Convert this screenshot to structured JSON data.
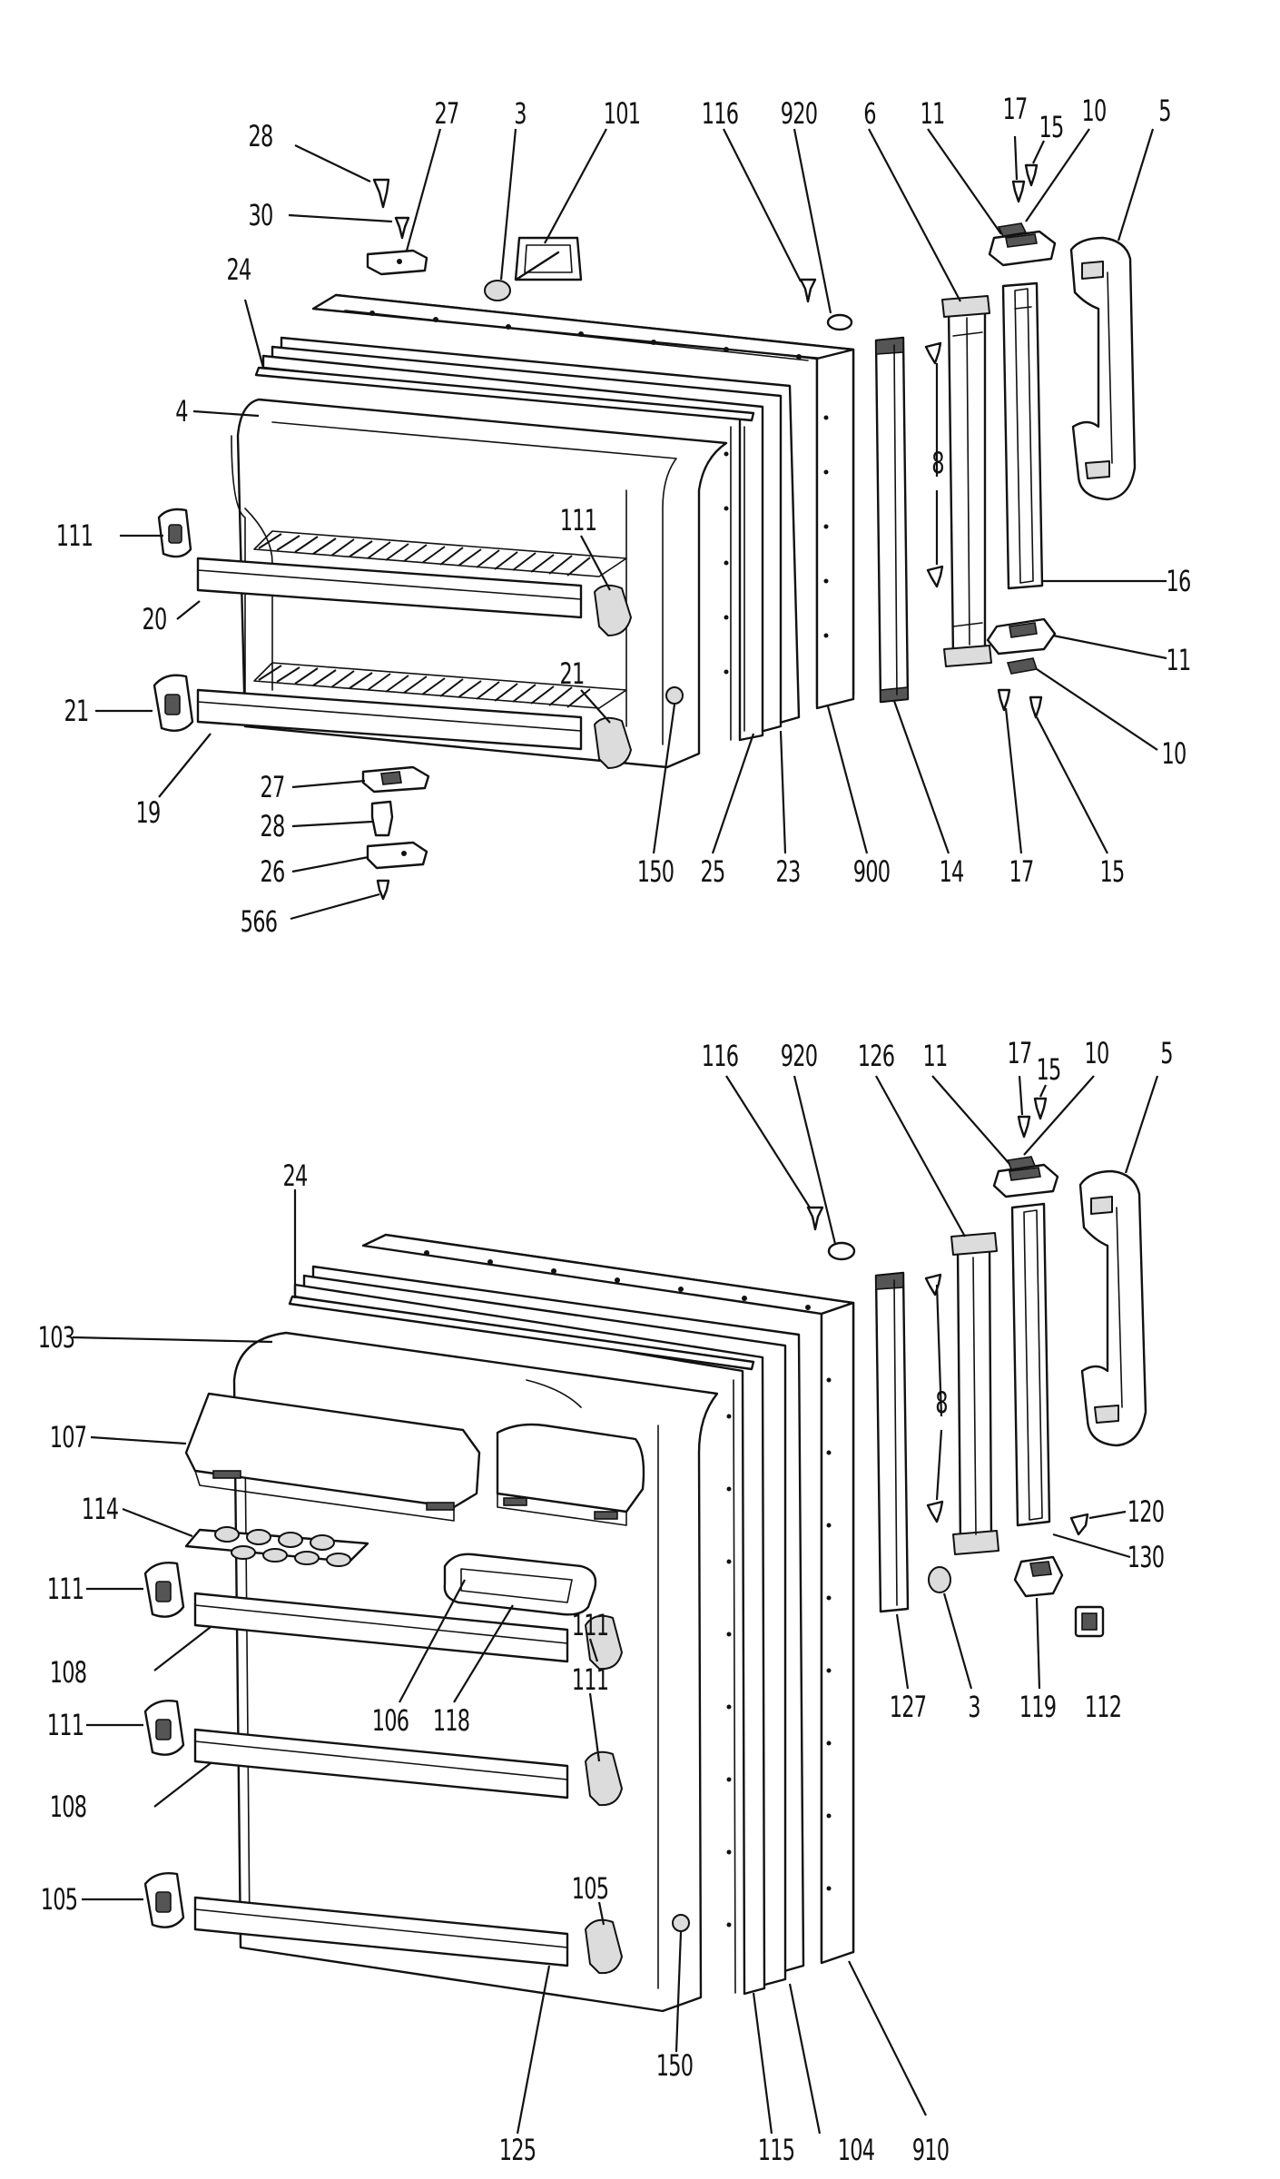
{
  "diagrams": [
    {
      "id": "upper",
      "callouts": [
        {
          "text": "28"
        },
        {
          "text": "27"
        },
        {
          "text": "3"
        },
        {
          "text": "101"
        },
        {
          "text": "116"
        },
        {
          "text": "920"
        },
        {
          "text": "6"
        },
        {
          "text": "11"
        },
        {
          "text": "17"
        },
        {
          "text": "15"
        },
        {
          "text": "10"
        },
        {
          "text": "5"
        },
        {
          "text": "30"
        },
        {
          "text": "24"
        },
        {
          "text": "4"
        },
        {
          "text": "111"
        },
        {
          "text": "111"
        },
        {
          "text": "8"
        },
        {
          "text": "16"
        },
        {
          "text": "20"
        },
        {
          "text": "21"
        },
        {
          "text": "21"
        },
        {
          "text": "11"
        },
        {
          "text": "10"
        },
        {
          "text": "19"
        },
        {
          "text": "27"
        },
        {
          "text": "28"
        },
        {
          "text": "26"
        },
        {
          "text": "566"
        },
        {
          "text": "150"
        },
        {
          "text": "25"
        },
        {
          "text": "23"
        },
        {
          "text": "900"
        },
        {
          "text": "14"
        },
        {
          "text": "17"
        },
        {
          "text": "15"
        }
      ]
    },
    {
      "id": "lower",
      "callouts": [
        {
          "text": "116"
        },
        {
          "text": "920"
        },
        {
          "text": "126"
        },
        {
          "text": "11"
        },
        {
          "text": "17"
        },
        {
          "text": "15"
        },
        {
          "text": "10"
        },
        {
          "text": "5"
        },
        {
          "text": "24"
        },
        {
          "text": "103"
        },
        {
          "text": "107"
        },
        {
          "text": "114"
        },
        {
          "text": "111"
        },
        {
          "text": "8"
        },
        {
          "text": "120"
        },
        {
          "text": "130"
        },
        {
          "text": "108"
        },
        {
          "text": "106"
        },
        {
          "text": "118"
        },
        {
          "text": "111"
        },
        {
          "text": "127"
        },
        {
          "text": "3"
        },
        {
          "text": "119"
        },
        {
          "text": "112"
        },
        {
          "text": "111"
        },
        {
          "text": "111"
        },
        {
          "text": "108"
        },
        {
          "text": "105"
        },
        {
          "text": "105"
        },
        {
          "text": "150"
        },
        {
          "text": "125"
        },
        {
          "text": "115"
        },
        {
          "text": "104"
        },
        {
          "text": "910"
        }
      ]
    }
  ]
}
